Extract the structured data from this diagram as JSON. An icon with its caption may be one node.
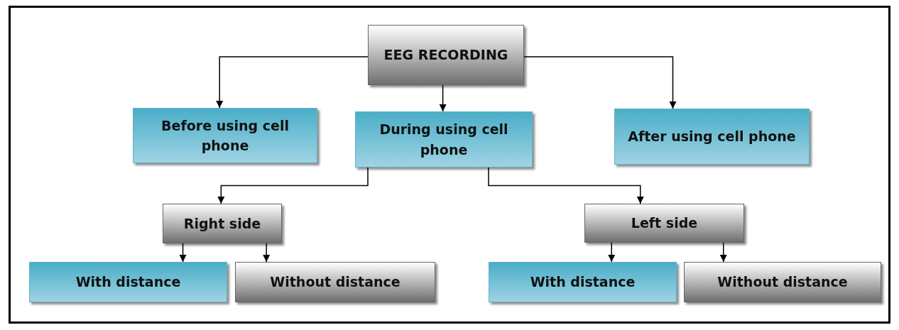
{
  "diagram": {
    "nodes": [
      {
        "text": [
          "EEG RECORDING"
        ]
      },
      {
        "text": [
          "Before using cell phone"
        ]
      },
      {
        "text": [
          "During using cell phone"
        ]
      },
      {
        "text": [
          "After using cell phone"
        ]
      },
      {
        "text": [
          "Right side"
        ]
      },
      {
        "text": [
          "Left side"
        ]
      },
      {
        "text": [
          "With distance"
        ]
      },
      {
        "text": [
          "Without distance"
        ]
      },
      {
        "text": [
          "With distance"
        ]
      },
      {
        "text": [
          "Without distance"
        ]
      }
    ],
    "edges": [
      {
        "from": 0,
        "to": 1,
        "arrow": "to"
      },
      {
        "from": 0,
        "to": 2,
        "arrow": "to"
      },
      {
        "from": 0,
        "to": 3,
        "arrow": "to"
      },
      {
        "from": 2,
        "to": 4,
        "arrow": "to"
      },
      {
        "from": 2,
        "to": 5,
        "arrow": "to"
      },
      {
        "from": 4,
        "to": 6,
        "arrow": "to"
      },
      {
        "from": 4,
        "to": 7,
        "arrow": "to"
      },
      {
        "from": 5,
        "to": 8,
        "arrow": "to"
      },
      {
        "from": 5,
        "to": 9,
        "arrow": "to"
      }
    ]
  }
}
